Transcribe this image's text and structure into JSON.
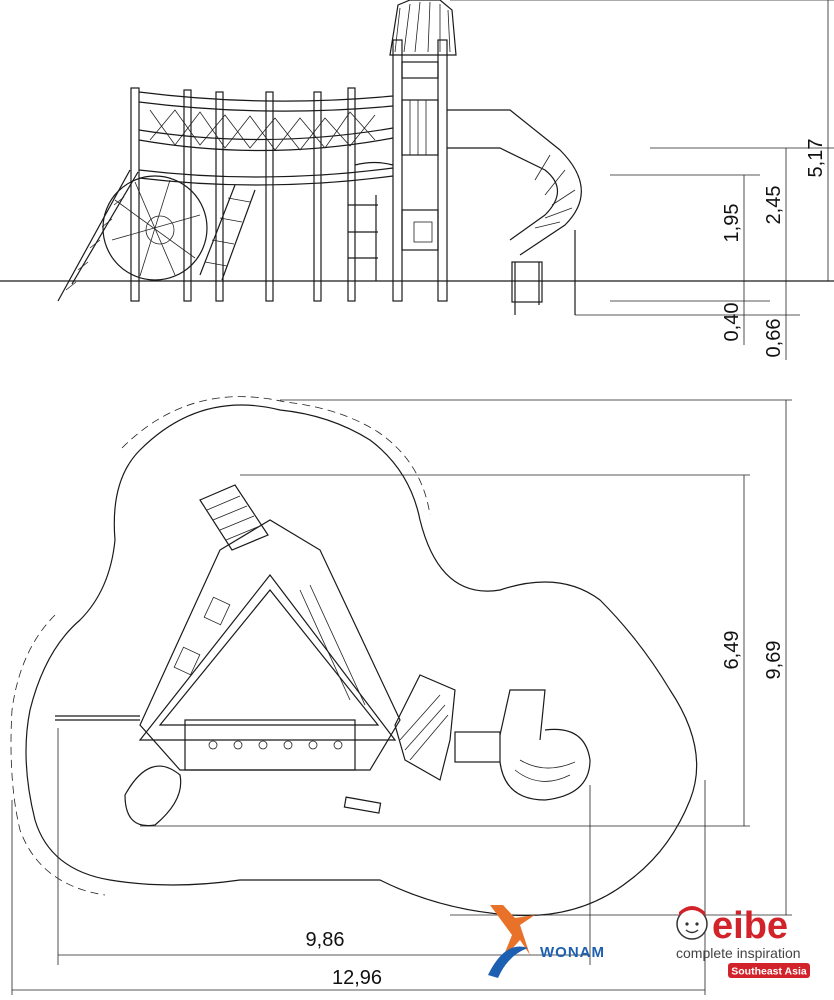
{
  "dimensions": {
    "height_total": "5,17",
    "height_slide": "2,45",
    "height_platform": "1,95",
    "depth_040": "0,40",
    "depth_066": "0,66",
    "plan_depth_649": "6,49",
    "plan_depth_969": "9,69",
    "plan_width_986": "9,86",
    "plan_width_1296": "12,96"
  },
  "wonam_logo": {
    "text": "WONAM"
  },
  "eibe_logo": {
    "brand": "eibe",
    "tagline": "complete inspiration",
    "region": "Southeast Asia",
    "accent_color": "#d3232a"
  },
  "colors": {
    "line": "#1a1a1a",
    "wonam_blue": "#1d5fb0",
    "wonam_orange": "#e8722a"
  }
}
